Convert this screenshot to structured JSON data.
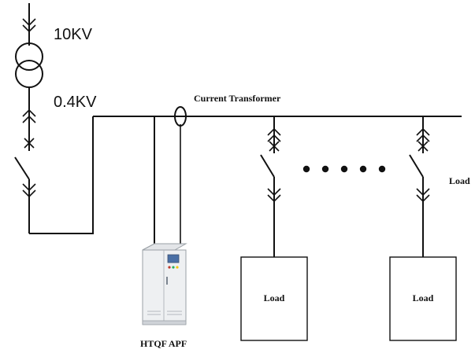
{
  "voltage_high": "10KV",
  "voltage_low": "0.4KV",
  "ct_label": "Current Transformer",
  "side_load_label": "Load",
  "load_box_1": "Load",
  "load_box_2": "Load",
  "apf_label": "HTQF APF",
  "ellipsis_dot_count": 5
}
